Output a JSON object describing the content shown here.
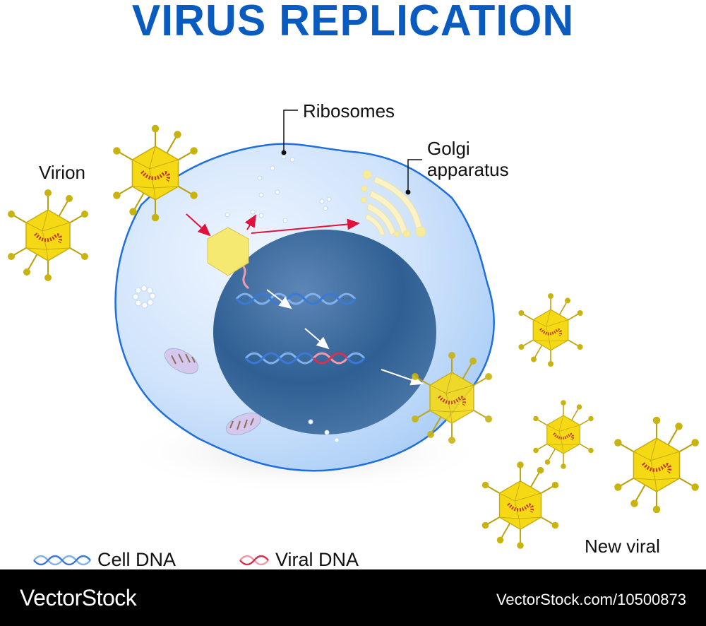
{
  "title": "VIRUS REPLICATION",
  "labels": {
    "virion": "Virion",
    "ribosomes": "Ribosomes",
    "golgi_line1": "Golgi",
    "golgi_line2": "apparatus",
    "new_viral": "New viral"
  },
  "legend": [
    {
      "label": "Cell DNA",
      "color": "#4a90e2"
    },
    {
      "label": "Viral DNA",
      "color": "#e2556e"
    }
  ],
  "footer": {
    "brand": "VectorStock",
    "reference": "VectorStock.com/10500873"
  },
  "colors": {
    "title": "#0a5bbf",
    "cell_membrane": "#1f6fe0",
    "cytoplasm": "#cfe3fb",
    "nucleus": "#2f5f93",
    "virus_capsid": "#f2d51a",
    "arrow_red": "#e0123c",
    "arrow_white": "#ffffff"
  }
}
